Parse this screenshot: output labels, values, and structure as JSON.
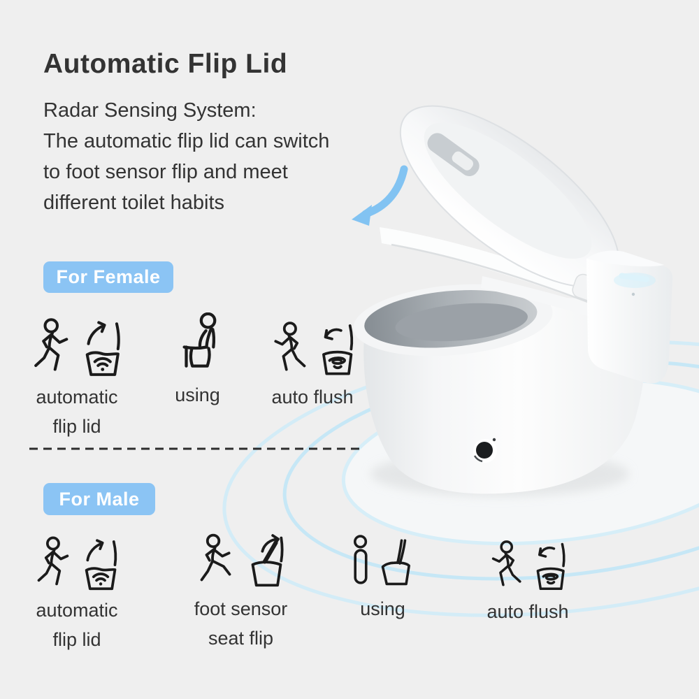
{
  "header": {
    "title": "Automatic Flip Lid",
    "subtitle_lines": [
      "Radar Sensing System:",
      "The automatic flip lid can switch",
      "to foot sensor flip and meet",
      "different toilet habits"
    ],
    "arrow_icon": "flip-direction-arrow-icon"
  },
  "sections": {
    "female": {
      "badge_label": "For Female",
      "steps": [
        {
          "icon": "walk-in-flip-lid-icon",
          "line1": "automatic",
          "line2": "flip lid"
        },
        {
          "icon": "sitting-using-icon",
          "line1": "using",
          "line2": ""
        },
        {
          "icon": "walk-away-auto-flush-icon",
          "line1": "auto flush",
          "line2": ""
        }
      ]
    },
    "male": {
      "badge_label": "For Male",
      "steps": [
        {
          "icon": "walk-in-flip-lid-icon",
          "line1": "automatic",
          "line2": "flip lid"
        },
        {
          "icon": "foot-sensor-seat-flip-icon",
          "line1": "foot sensor",
          "line2": "seat flip"
        },
        {
          "icon": "standing-using-icon",
          "line1": "using",
          "line2": ""
        },
        {
          "icon": "walk-away-auto-flush-icon",
          "line1": "auto flush",
          "line2": ""
        }
      ]
    }
  },
  "product": {
    "render": "smart-toilet-open-lid-render",
    "visible_elements": [
      "open-lid",
      "raised-seat",
      "radar-sensor-dot",
      "indicator-light",
      "radar-wave-rings",
      "flip-direction-arrow"
    ]
  },
  "colors": {
    "background": "#EFEFEF",
    "text": "#333333",
    "badge_blue": "#8BC4F4",
    "arrow_blue": "#82C3F2",
    "radar_ring_blue": "#C6E7F6",
    "icon_stroke": "#1B1B1B",
    "sensor_black": "#1B1D1F"
  }
}
